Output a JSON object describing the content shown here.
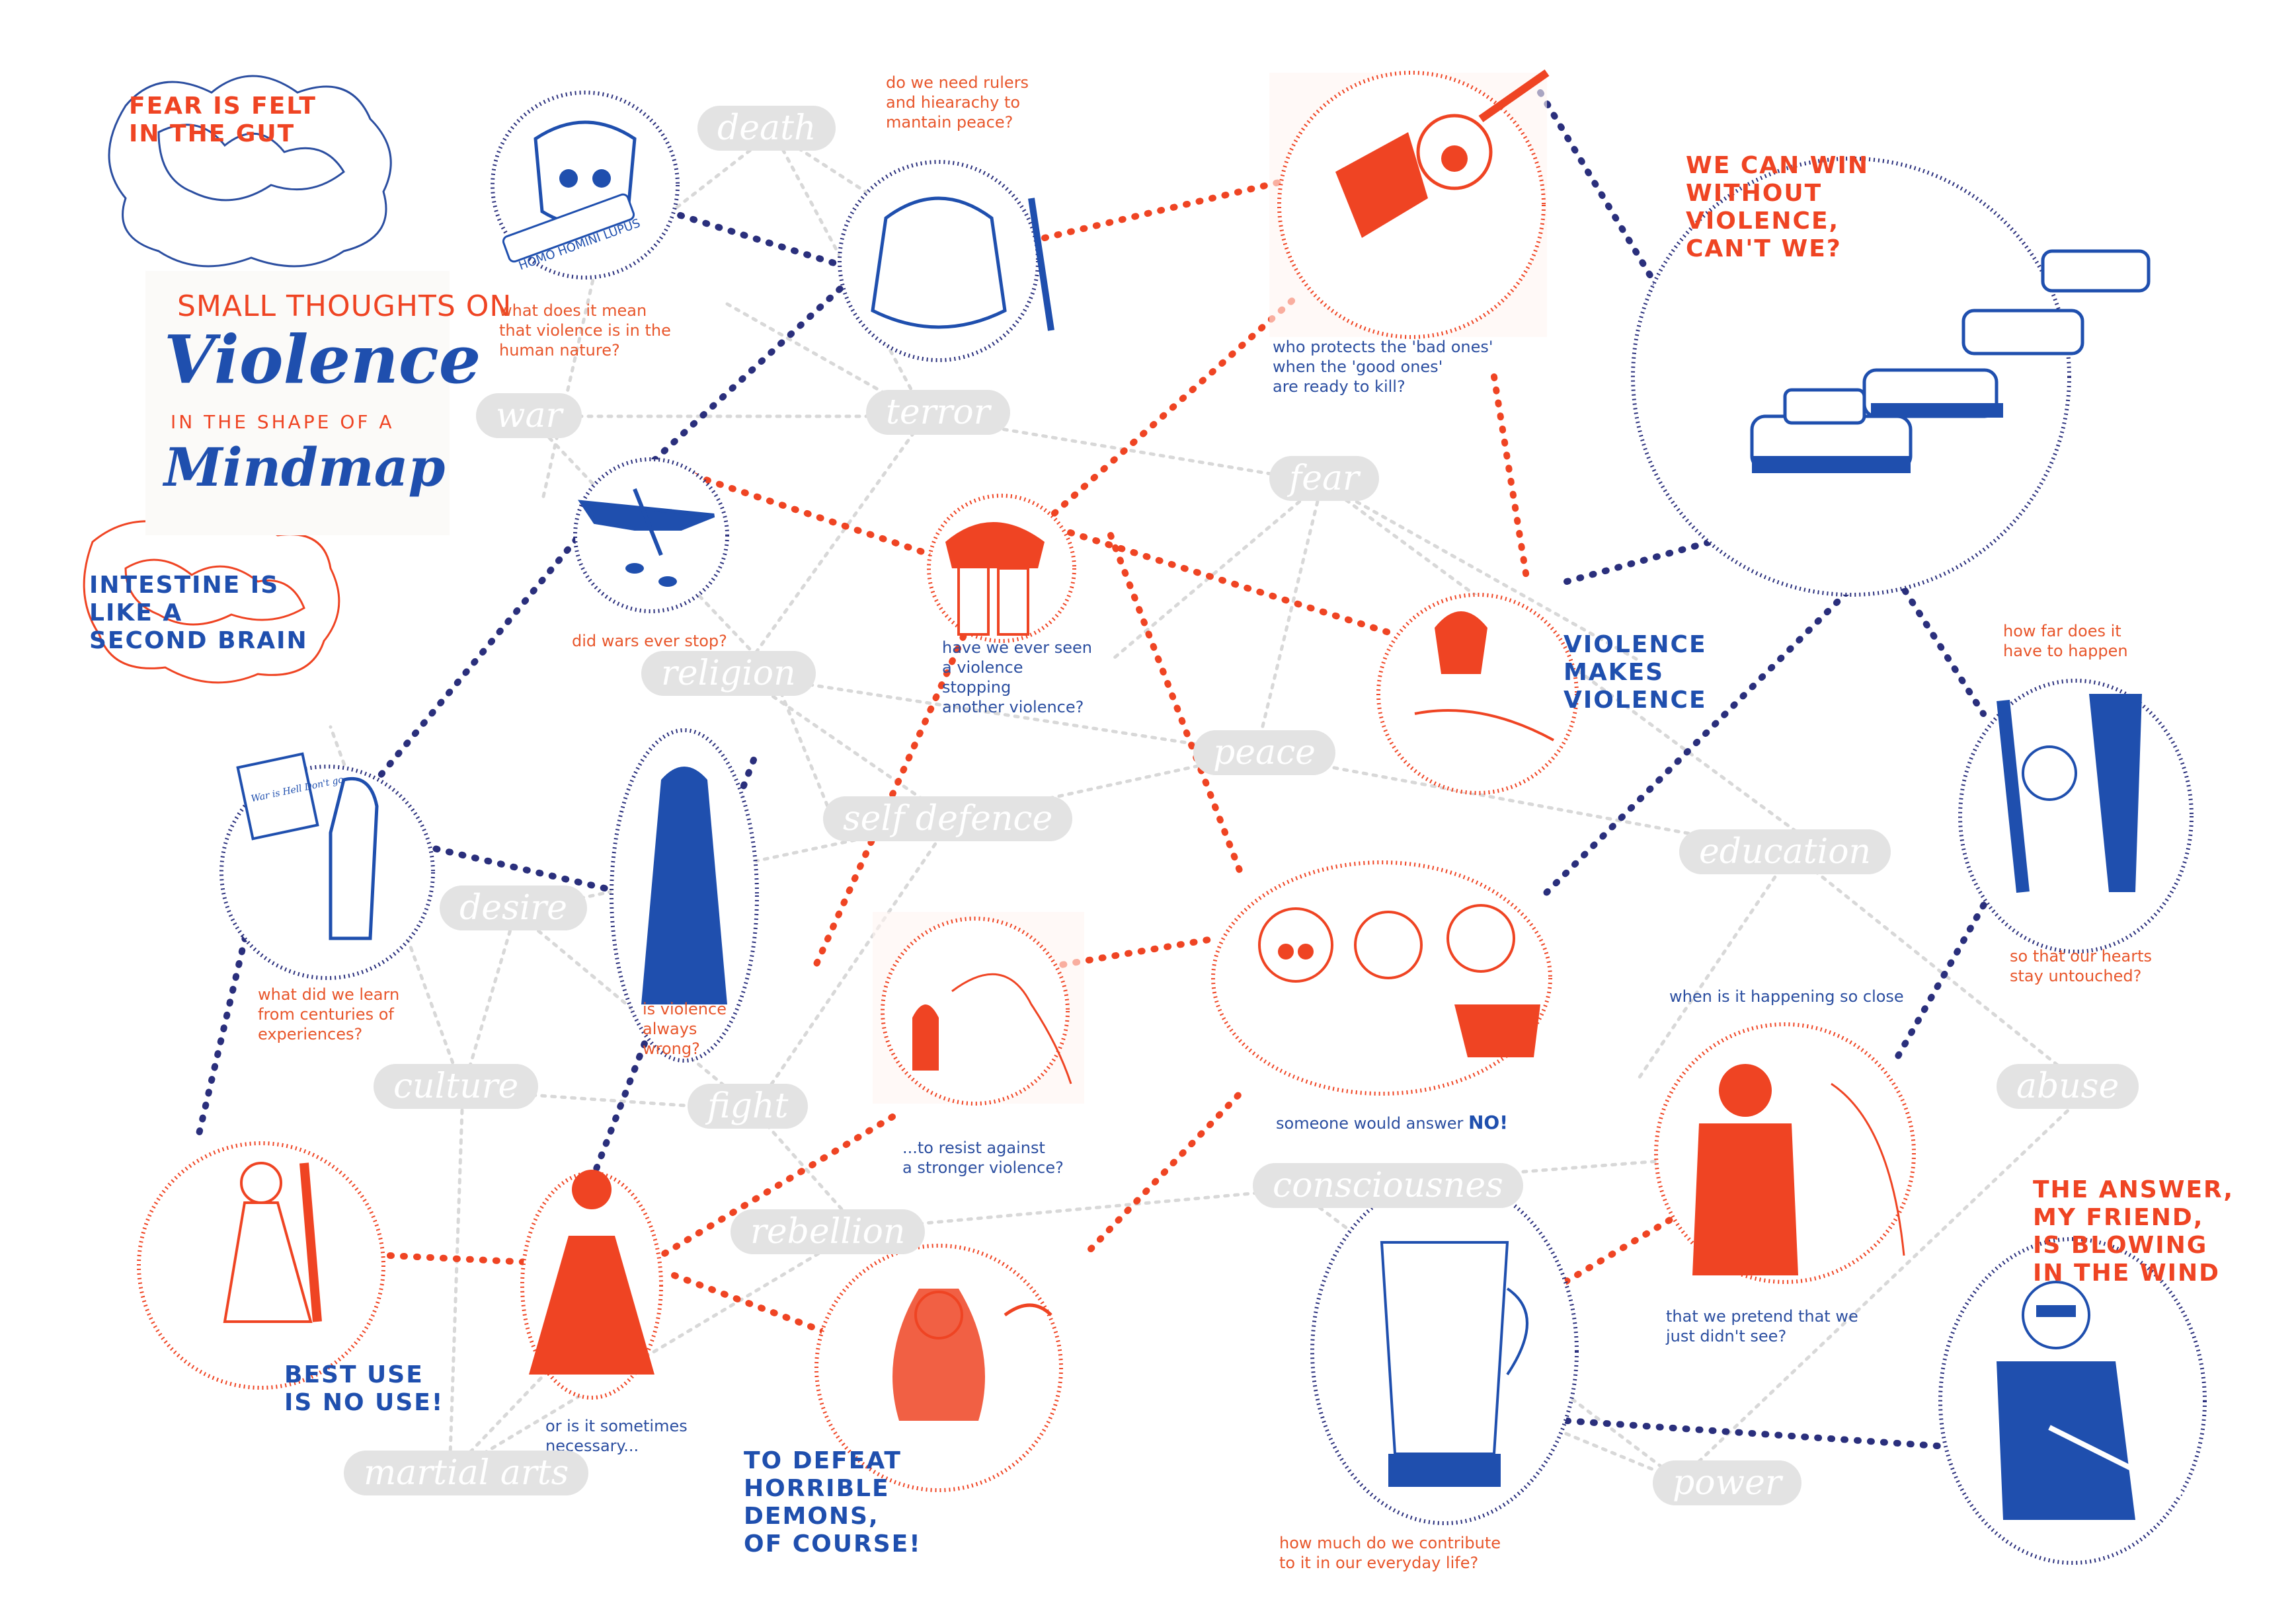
{
  "title": {
    "line1": "SMALL THOUGHTS ON",
    "line2": "Violence",
    "line3": "IN THE SHAPE OF A",
    "line4": "Mindmap"
  },
  "slogans": {
    "fear": "FEAR IS FELT\nIN THE GUT",
    "intestine": "INTESTINE IS\nLIKE A\nSECOND BRAIN",
    "win": "WE CAN WIN\nWITHOUT\nVIOLENCE,\nCAN'T WE?",
    "makes": "VIOLENCE\nMAKES\nVIOLENCE",
    "best": "BEST USE\nIS NO USE!",
    "defeat": "TO DEFEAT\nHORRIBLE\nDEMONS,\nOF COURSE!",
    "answer": "THE ANSWER,\nMY FRIEND,\nIS BLOWING\nIN THE WIND"
  },
  "captions": {
    "rulers": "do we need rulers\nand hiearachy to\nmantain peace?",
    "human_nature": "what does it mean\nthat violence is in the\nhuman nature?",
    "protects": "who protects the 'bad ones'\nwhen the 'good ones'\nare ready to kill?",
    "wars": "did wars ever stop?",
    "stopping": "have we ever seen\na violence\nstopping\nanother violence?",
    "how_far": "how far does it\nhave to happen",
    "learn": "what did we learn\nfrom centuries of\nexperiences?",
    "always_wrong": "is violence\nalways\nwrong?",
    "resist": "...to resist against\na stronger violence?",
    "hearts": "so that our hearts\nstay untouched?",
    "close": "when is it happening so close",
    "someone_prefix": "someone would answer ",
    "someone_strong": "NO!",
    "necessary": "or is it sometimes\nnecessary...",
    "pretend": "that we pretend that we\njust didn't see?",
    "contribute": "how much do we contribute\nto it in our everyday life?"
  },
  "tags": {
    "death": "death",
    "war": "war",
    "terror": "terror",
    "fear": "fear",
    "religion": "religion",
    "peace": "peace",
    "self_defence": "self defence",
    "education": "education",
    "desire": "desire",
    "culture": "culture",
    "fight": "fight",
    "abuse": "abuse",
    "consciousness": "consciousnes",
    "rebellion": "rebellion",
    "martial_arts": "martial arts",
    "power": "power"
  },
  "illustrations": {
    "skull_banner": "HOMO HOMINI LUPUS",
    "protest_sign": "War is Hell Don't go"
  },
  "colors": {
    "orange": "#ef4423",
    "blue": "#1f4fae",
    "navy": "#2a2f7c",
    "grey": "#d8d8d8"
  }
}
